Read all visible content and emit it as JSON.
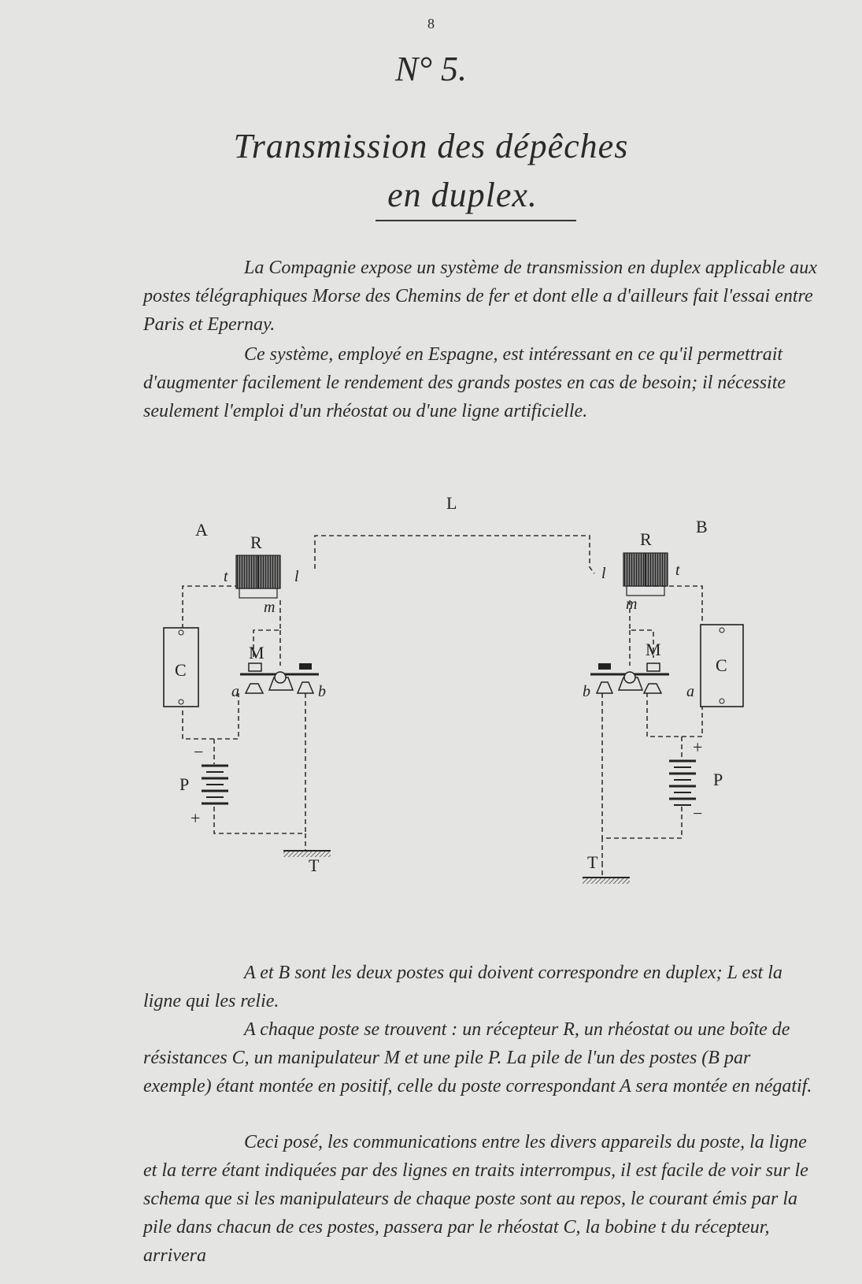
{
  "page": {
    "number": "8",
    "heading_number": "N° 5.",
    "title_line_1": "Transmission des dépêches",
    "title_line_2": "en duplex."
  },
  "paragraphs": [
    "La Compagnie expose un système de transmission en duplex applicable aux postes télégraphiques Morse des Chemins de fer et dont elle a d'ailleurs fait l'essai entre Paris et Epernay.",
    "Ce système, employé en Espagne, est intéressant en ce qu'il permettrait d'augmenter facilement le rendement des grands postes en cas de besoin; il nécessite seulement l'emploi d'un rhéostat ou d'une ligne artificielle.",
    "A et B sont les deux postes qui doivent correspondre en duplex; L est la ligne qui les relie.",
    "A chaque poste se trouvent : un récepteur R, un rhéostat ou une boîte de résistances C, un manipulateur M et une pile P. La pile de l'un des postes (B par exemple) étant montée en positif, celle du poste correspondant A sera montée en négatif.",
    "Ceci posé, les communications entre les divers appareils du poste, la ligne et la terre étant indiquées par des lignes en traits interrompus, il est facile de voir sur le schema que si les manipulateurs de chaque poste sont au repos, le courant émis par la pile dans chacun de ces postes, passera par le rhéostat C, la bobine t du récepteur, arrivera"
  ],
  "diagram": {
    "station_a": "A",
    "station_b": "B",
    "line": "L",
    "receiver_a": "R",
    "receiver_b": "R",
    "coil_t_a": "t",
    "coil_l_a": "l",
    "coil_m_a": "m",
    "coil_t_b": "t",
    "coil_l_b": "l",
    "coil_m_b": "m",
    "rheostat_a": "C",
    "rheostat_b": "C",
    "key_a": "M",
    "key_b": "M",
    "contact_a_a": "a",
    "contact_b_a": "b",
    "contact_a_b": "a",
    "contact_b_b": "b",
    "pile_a": "P",
    "pile_b": "P",
    "minus_a": "−",
    "plus_a": "+",
    "plus_b": "+",
    "minus_b": "−",
    "ground_a": "T",
    "ground_b": "T"
  }
}
